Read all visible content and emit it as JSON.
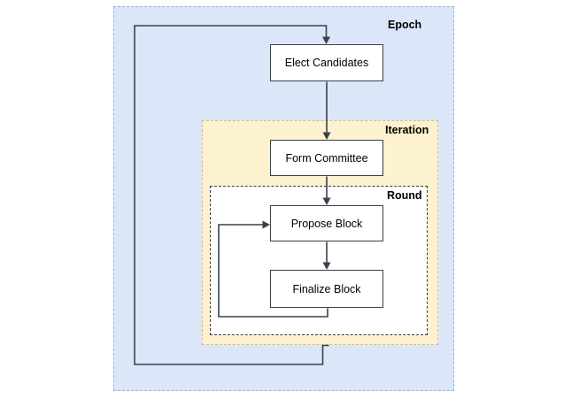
{
  "diagram": {
    "containers": [
      {
        "id": "epoch",
        "label": "Epoch"
      },
      {
        "id": "iteration",
        "label": "Iteration"
      },
      {
        "id": "round",
        "label": "Round"
      }
    ],
    "nodes": [
      {
        "id": "elect-candidates",
        "label": "Elect Candidates"
      },
      {
        "id": "form-committee",
        "label": "Form Committee"
      },
      {
        "id": "propose-block",
        "label": "Propose Block"
      },
      {
        "id": "finalize-block",
        "label": "Finalize Block"
      }
    ],
    "edges": [
      {
        "from": "elect-candidates",
        "to": "form-committee",
        "type": "straight-arrow"
      },
      {
        "from": "form-committee",
        "to": "propose-block",
        "type": "straight-arrow"
      },
      {
        "from": "propose-block",
        "to": "finalize-block",
        "type": "straight-arrow"
      },
      {
        "from": "finalize-block",
        "to": "propose-block",
        "type": "loop-back"
      },
      {
        "from": "iteration",
        "to": "elect-candidates",
        "type": "loop-back"
      }
    ],
    "colors": {
      "epoch-fill": "#dbe7f9",
      "epoch-stroke": "#9db4d6",
      "iteration-fill": "#fdf2cf",
      "iteration-stroke": "#d8bd7a",
      "round-fill": "#ffffff",
      "round-stroke": "#3a3a3a",
      "node-fill": "#ffffff",
      "node-stroke": "#394049",
      "edge-stroke": "#39414c",
      "label-color": "#000000"
    }
  }
}
